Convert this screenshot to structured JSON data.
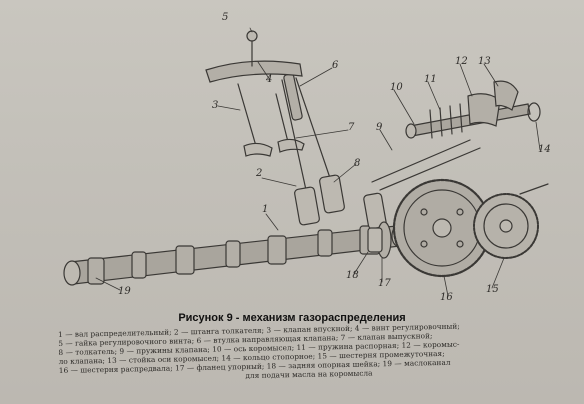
{
  "figure": {
    "caption": "Рисунок 9 -  механизм газораспределения",
    "callouts": [
      "1",
      "2",
      "3",
      "4",
      "5",
      "6",
      "7",
      "8",
      "9",
      "10",
      "11",
      "12",
      "13",
      "14",
      "15",
      "16",
      "17",
      "18",
      "19"
    ],
    "legend_lines": [
      "1 — вал распределительный; 2 — штанга толкателя; 3 — клапан впускной; 4 — винт регулировочный;",
      "5 — гайка регулировочного винта; 6 — втулка направляющая клапана; 7 — клапан выпускной;",
      "8 — толкатель; 9 — пружины клапана; 10 — ось коромысел; 11 — пружина распорная; 12 — коромыс-",
      "ло клапана; 13 — стойка оси коромысел; 14 — кольцо стопорное; 15 — шестерня промежуточная;",
      "16 — шестерня распредвала; 17 — фланец упорный; 18 — задняя опорная шейка; 19 — маслоканал",
      "для подачи масла на коромысла"
    ]
  }
}
